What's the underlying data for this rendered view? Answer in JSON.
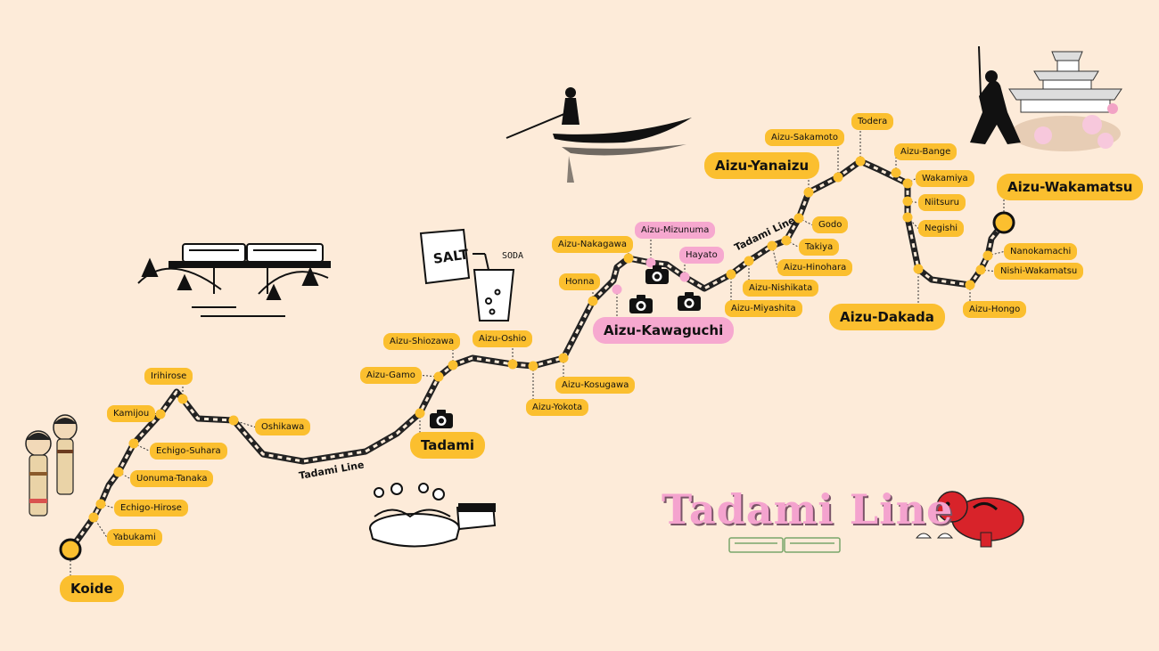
{
  "map": {
    "line_name": "Tadami Line",
    "title": "Tadami Line",
    "colors": {
      "background": "#fdebd9",
      "station_label": "#fbbf2f",
      "highlight_label": "#f6a8cf",
      "track": "#222222"
    },
    "stations": [
      {
        "id": "koide",
        "name": "Koide",
        "size": "terminal"
      },
      {
        "id": "yabukami",
        "name": "Yabukami"
      },
      {
        "id": "echigo-hirose",
        "name": "Echigo-Hirose"
      },
      {
        "id": "uonuma-tanaka",
        "name": "Uonuma-Tanaka"
      },
      {
        "id": "echigo-suhara",
        "name": "Echigo-Suhara"
      },
      {
        "id": "kamijou",
        "name": "Kamijou"
      },
      {
        "id": "irihirose",
        "name": "Irihirose"
      },
      {
        "id": "oshikawa",
        "name": "Oshikawa"
      },
      {
        "id": "tadami",
        "name": "Tadami",
        "size": "major"
      },
      {
        "id": "aizu-gamo",
        "name": "Aizu-Gamo"
      },
      {
        "id": "aizu-shiozawa",
        "name": "Aizu-Shiozawa"
      },
      {
        "id": "aizu-oshio",
        "name": "Aizu-Oshio"
      },
      {
        "id": "aizu-yokota",
        "name": "Aizu-Yokota"
      },
      {
        "id": "aizu-kosugawa",
        "name": "Aizu-Kosugawa"
      },
      {
        "id": "honna",
        "name": "Honna"
      },
      {
        "id": "aizu-nakagawa",
        "name": "Aizu-Nakagawa"
      },
      {
        "id": "aizu-kawaguchi",
        "name": "Aizu-Kawaguchi",
        "size": "major",
        "highlight": true
      },
      {
        "id": "aizu-mizunuma",
        "name": "Aizu-Mizunuma",
        "highlight": true
      },
      {
        "id": "hayato",
        "name": "Hayato",
        "highlight": true
      },
      {
        "id": "aizu-miyashita",
        "name": "Aizu-Miyashita"
      },
      {
        "id": "aizu-nishikata",
        "name": "Aizu-Nishikata"
      },
      {
        "id": "aizu-hinohara",
        "name": "Aizu-Hinohara"
      },
      {
        "id": "takiya",
        "name": "Takiya"
      },
      {
        "id": "godo",
        "name": "Godo"
      },
      {
        "id": "aizu-yanaizu",
        "name": "Aizu-Yanaizu",
        "size": "major"
      },
      {
        "id": "aizu-sakamoto",
        "name": "Aizu-Sakamoto"
      },
      {
        "id": "todera",
        "name": "Todera"
      },
      {
        "id": "aizu-bange",
        "name": "Aizu-Bange"
      },
      {
        "id": "wakamiya",
        "name": "Wakamiya"
      },
      {
        "id": "niitsuru",
        "name": "Niitsuru"
      },
      {
        "id": "negishi",
        "name": "Negishi"
      },
      {
        "id": "aizu-dakada",
        "name": "Aizu-Dakada",
        "size": "major"
      },
      {
        "id": "aizu-hongo",
        "name": "Aizu-Hongo"
      },
      {
        "id": "nishi-wakamatsu",
        "name": "Nishi-Wakamatsu"
      },
      {
        "id": "nanokamachi",
        "name": "Nanokamachi"
      },
      {
        "id": "aizu-wakamatsu",
        "name": "Aizu-Wakamatsu",
        "size": "terminal"
      }
    ],
    "camera_spots": [
      "tadami",
      "aizu-mizunuma",
      "aizu-kawaguchi",
      "hayato"
    ],
    "icons": [
      "kokeshi-dolls-icon",
      "train-bridge-icon",
      "onsen-icon",
      "salt-soda-icon",
      "boatman-icon",
      "samurai-castle-icon",
      "akabeko-icon",
      "camera-icon"
    ]
  }
}
